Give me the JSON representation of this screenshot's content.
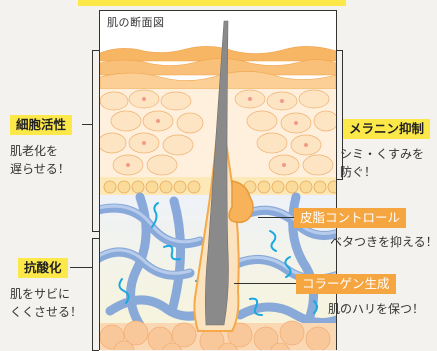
{
  "diagram": {
    "title": "肌の断面図",
    "labels": {
      "cell_activity": {
        "tag": "細胞活性",
        "desc_lines": [
          "肌老化を",
          "遅らせる！"
        ]
      },
      "melanin": {
        "tag": "メラニン抑制",
        "desc_lines": [
          "シミ・くすみを",
          "防ぐ！"
        ]
      },
      "sebum": {
        "tag": "皮脂コントロール",
        "desc_lines": [
          "ベタつきを抑える！"
        ]
      },
      "antioxidant": {
        "tag": "抗酸化",
        "desc_lines": [
          "肌をサビに",
          "くくさせる！"
        ]
      },
      "collagen": {
        "tag": "コラーゲン生成",
        "desc_lines": [
          "肌のハリを保つ！"
        ]
      }
    },
    "colors": {
      "highlight_yellow": "#fde84a",
      "tag_orange": "#f6a640",
      "epidermis_orange": "#f7b664",
      "dermis_blue": "#8fb0e0",
      "fiber_cyan": "#1aa8e0",
      "fat_peach": "#f9c89a",
      "hair_gray": "#8a8a8a"
    }
  }
}
